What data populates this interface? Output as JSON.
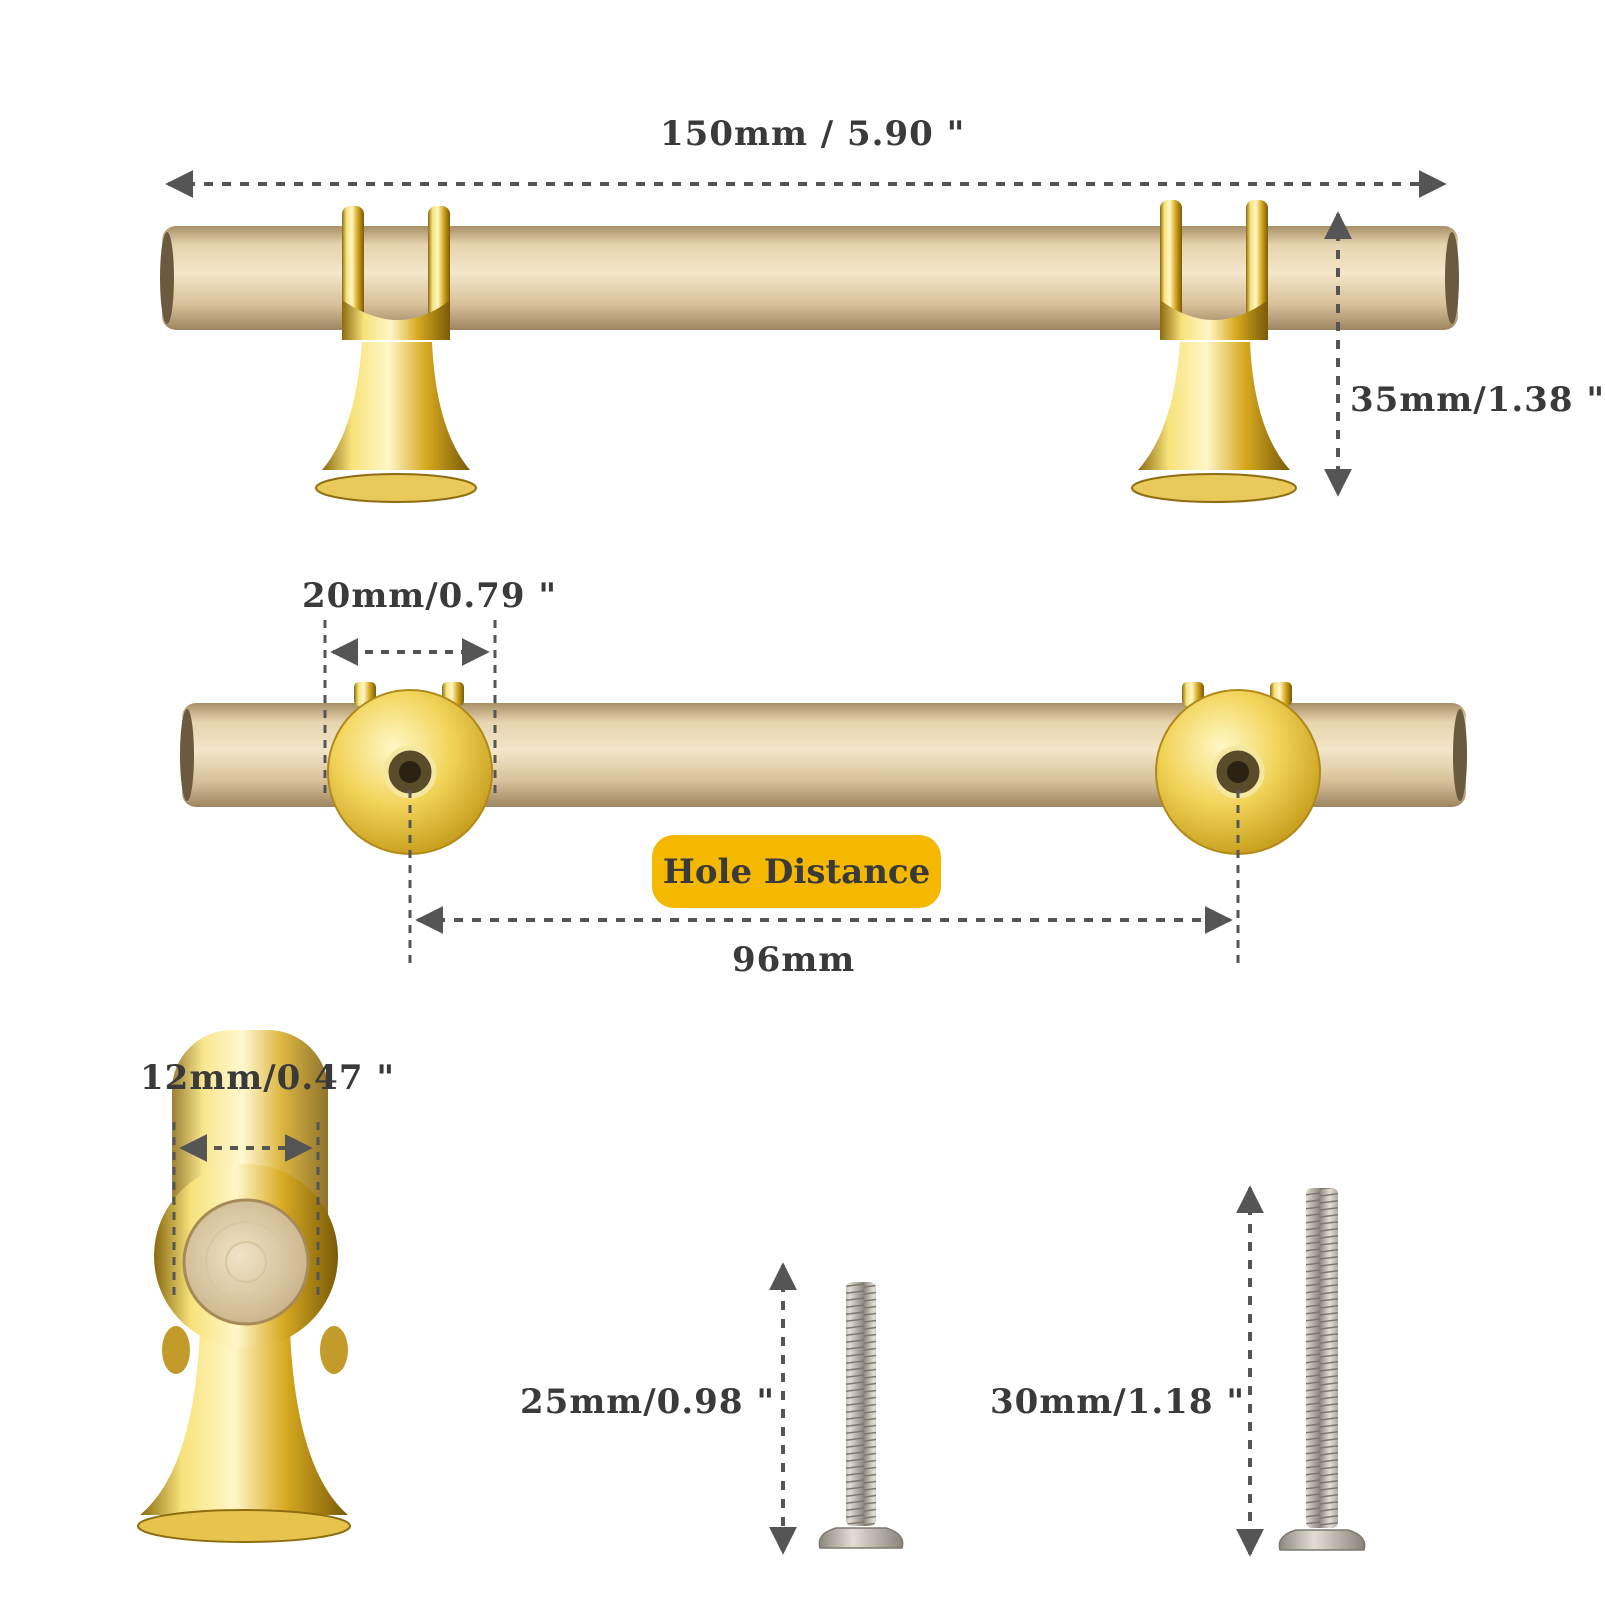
{
  "labels": {
    "total_length": "150mm / 5.90 \"",
    "height": "35mm/1.38 \"",
    "base_diameter": "20mm/0.79 \"",
    "hole_distance_badge": "Hole Distance",
    "hole_distance": "96mm",
    "bar_diameter": "12mm/0.47 \"",
    "screw_short": "25mm/0.98 \"",
    "screw_long": "30mm/1.18 \""
  },
  "colors": {
    "badge": "#f5b800",
    "text": "#3a3a3a",
    "dimension_line": "#555555",
    "bar_gold": "#d9c39a",
    "base_gold": "#e8c23a",
    "screw_silver": "#bdb7ad"
  }
}
